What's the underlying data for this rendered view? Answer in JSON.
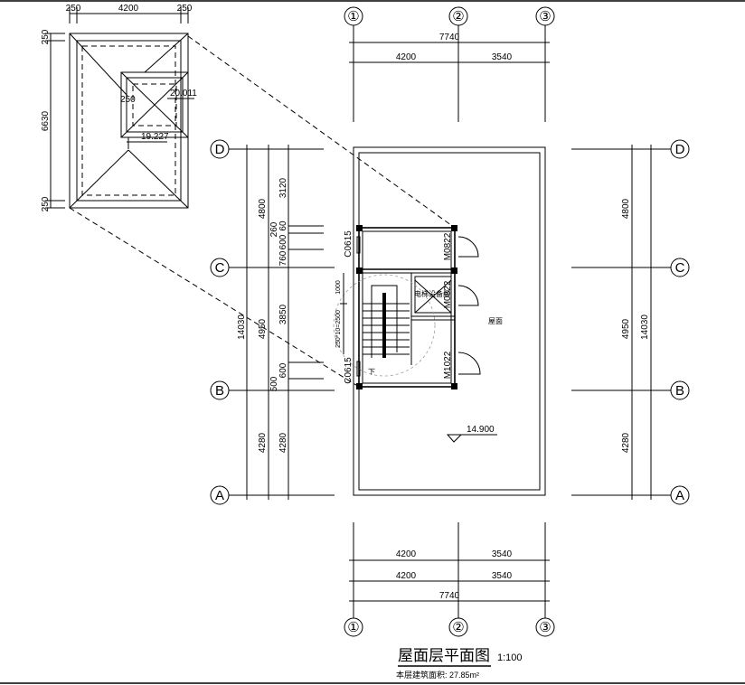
{
  "title": "屋面层平面图",
  "scale": "1:100",
  "area_note": "本层建筑面积: 27.85m²",
  "axes_columns": [
    "①",
    "②",
    "③"
  ],
  "axes_rows": [
    "D",
    "C",
    "B",
    "A"
  ],
  "top_dims": {
    "total": "7740",
    "spans": [
      "4200",
      "3540"
    ]
  },
  "bottom_dims": {
    "row1": [
      "4200",
      "3540"
    ],
    "row2": [
      "4200",
      "3540"
    ],
    "total": "7740"
  },
  "left_dims": {
    "total": "14030",
    "mid": [
      "4800",
      "4950",
      "4280"
    ],
    "detail": [
      "3120",
      "260",
      "60",
      "600",
      "760",
      "3850",
      "600",
      "500",
      "4280"
    ]
  },
  "right_dims": {
    "total": "14030",
    "spans": [
      "4800",
      "4950",
      "4280"
    ]
  },
  "stair_dims": [
    "1000",
    "250*10=2500"
  ],
  "labels": {
    "window1": "C0615",
    "window2": "C0615",
    "door1": "M0822",
    "door2": "M0822",
    "door3": "M1022",
    "elevator": "电梯设备间",
    "roof": "屋面",
    "elevation": "14.900",
    "down": "下"
  },
  "inset": {
    "dims_top": [
      "250",
      "4200",
      "250"
    ],
    "dims_left": [
      "250",
      "6630",
      "250"
    ],
    "inner_dim": "250",
    "elev_top": "20.011",
    "elev_low": "19.227"
  }
}
